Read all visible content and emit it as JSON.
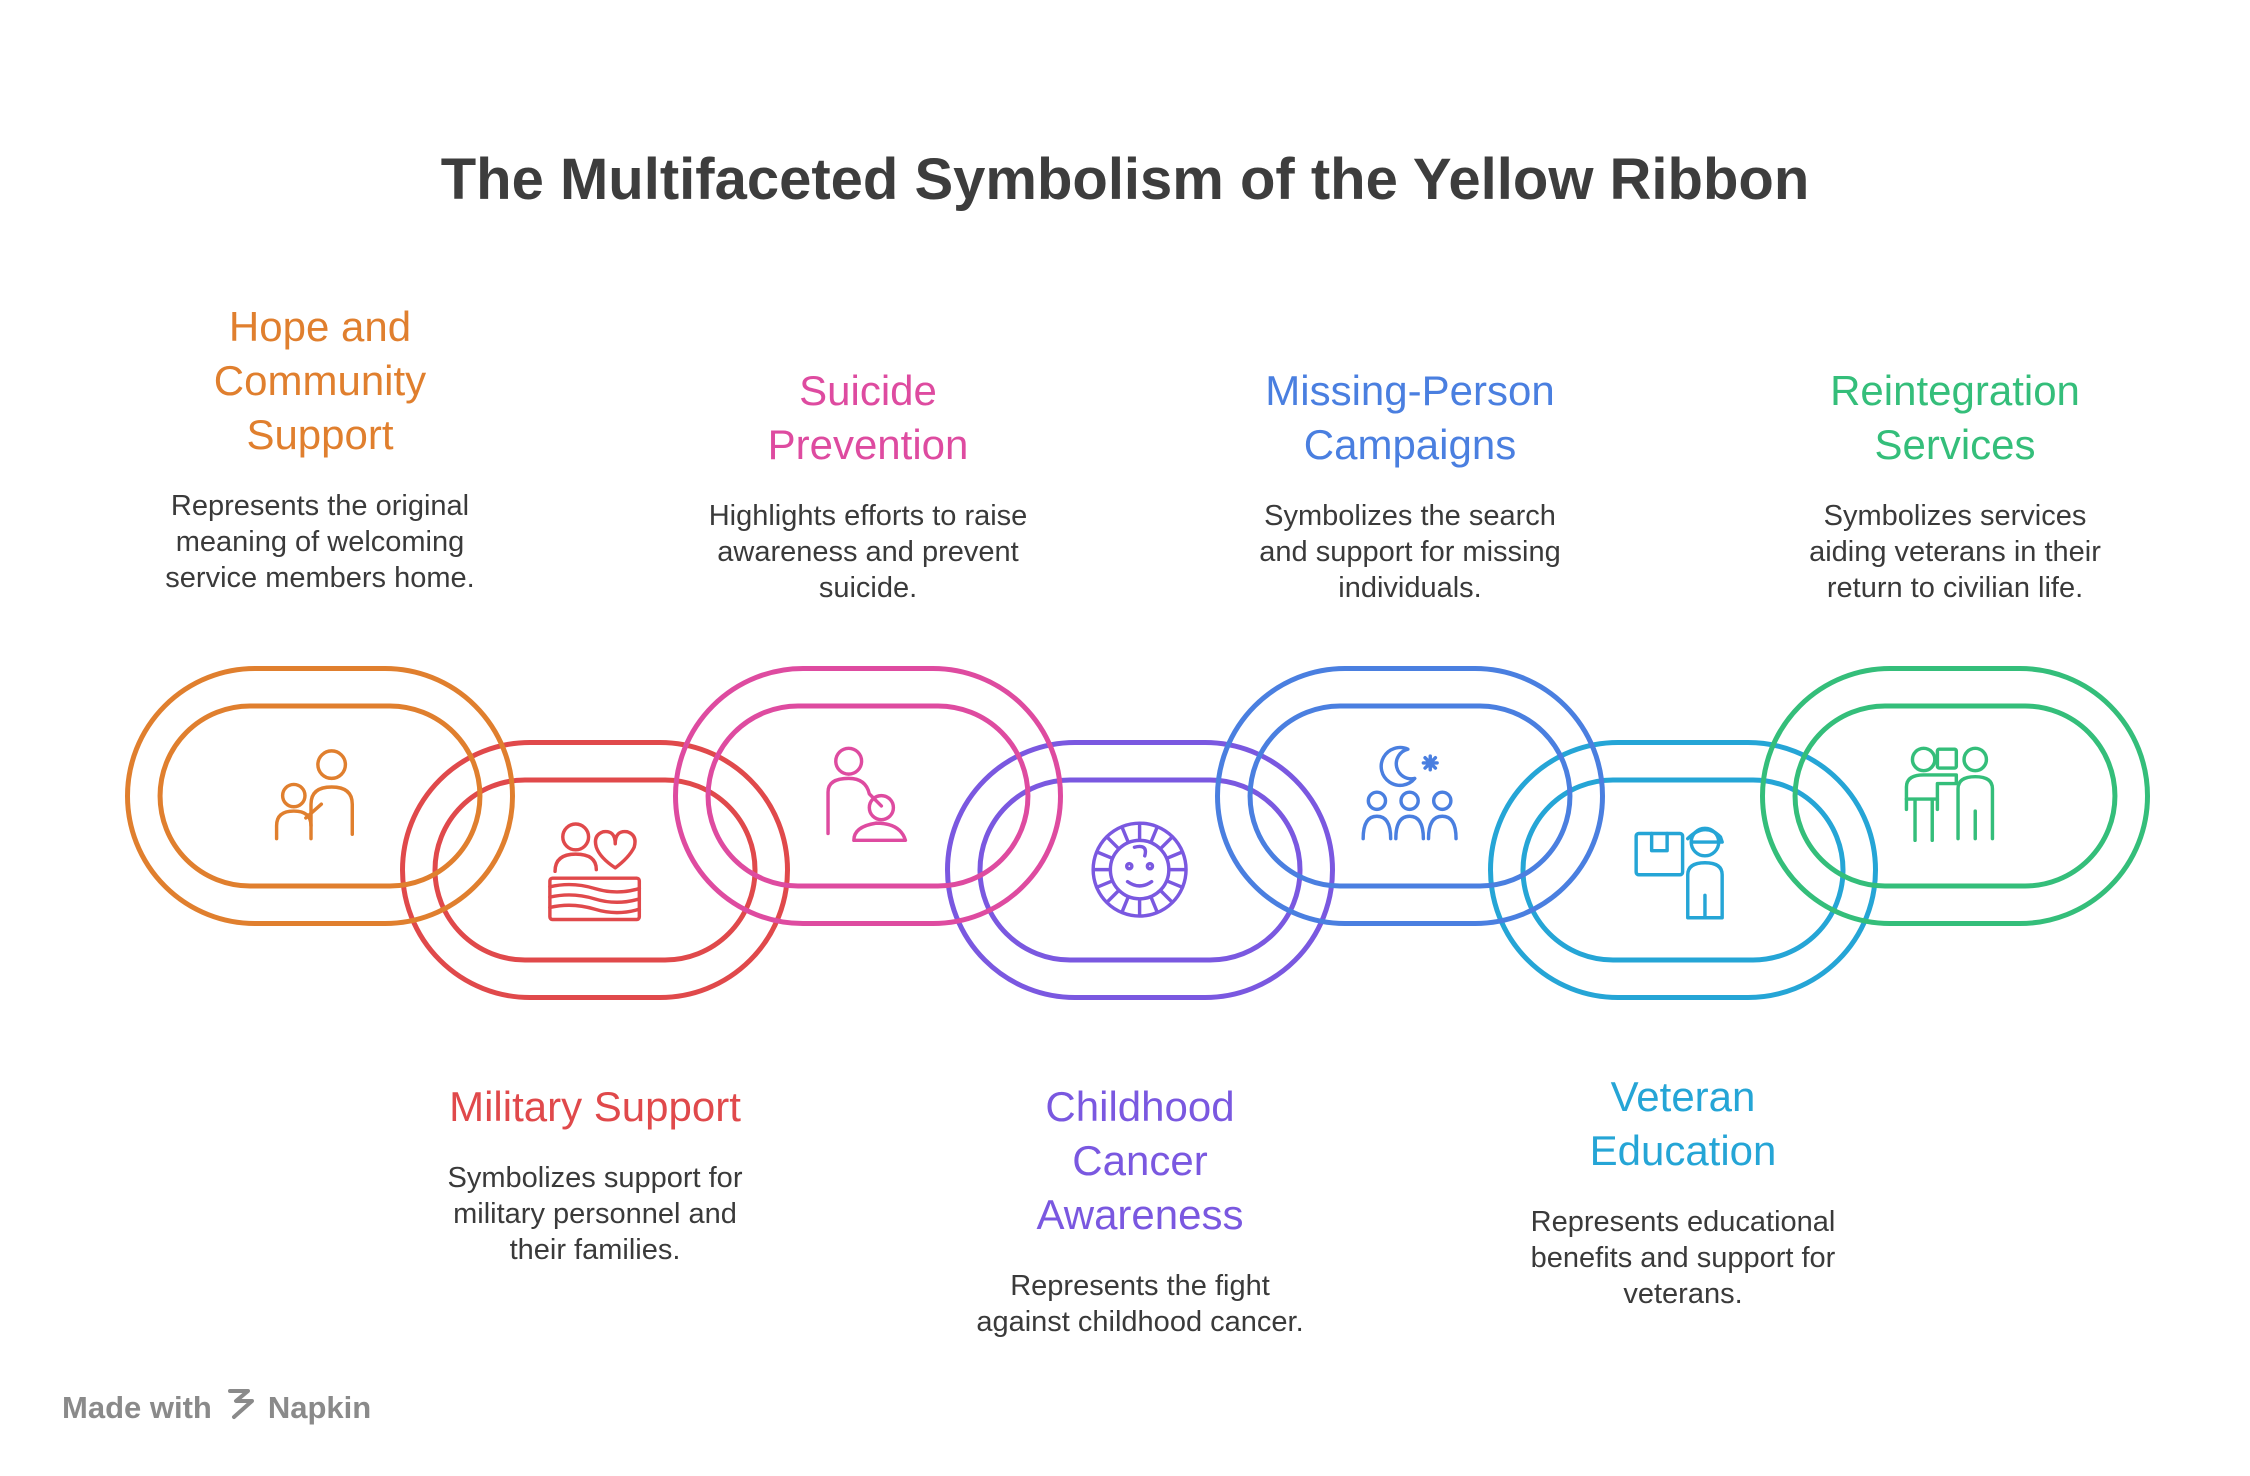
{
  "title": "The Multifaceted Symbolism of the Yellow Ribbon",
  "items": [
    {
      "heading_lines": [
        "Hope and",
        "Community",
        "Support"
      ],
      "description_lines": [
        "Represents the original",
        "meaning of welcoming",
        "service members home."
      ],
      "color": "#E07F2E",
      "icon": "community-support-icon"
    },
    {
      "heading_lines": [
        "Military Support"
      ],
      "description_lines": [
        "Symbolizes support for",
        "military personnel and",
        "their families."
      ],
      "color": "#E0494B",
      "icon": "heart-flag-icon"
    },
    {
      "heading_lines": [
        "Suicide",
        "Prevention"
      ],
      "description_lines": [
        "Highlights efforts to raise",
        "awareness and prevent",
        "suicide."
      ],
      "color": "#DE4BA0",
      "icon": "caregiver-icon"
    },
    {
      "heading_lines": [
        "Childhood",
        "Cancer",
        "Awareness"
      ],
      "description_lines": [
        "Represents the fight",
        "against childhood cancer."
      ],
      "color": "#7A58E0",
      "icon": "child-face-icon"
    },
    {
      "heading_lines": [
        "Missing-Person",
        "Campaigns"
      ],
      "description_lines": [
        "Symbolizes the search",
        "and support for missing",
        "individuals."
      ],
      "color": "#4A7FE0",
      "icon": "night-group-icon"
    },
    {
      "heading_lines": [
        "Veteran",
        "Education"
      ],
      "description_lines": [
        "Represents educational",
        "benefits and support for",
        "veterans."
      ],
      "color": "#25A5D6",
      "icon": "delivery-person-icon"
    },
    {
      "heading_lines": [
        "Reintegration",
        "Services"
      ],
      "description_lines": [
        "Symbolizes services",
        "aiding veterans in their",
        "return to civilian life."
      ],
      "color": "#34BE7A",
      "icon": "presenter-icon"
    }
  ],
  "footer": {
    "made_with": "Made with",
    "brand": "Napkin"
  }
}
